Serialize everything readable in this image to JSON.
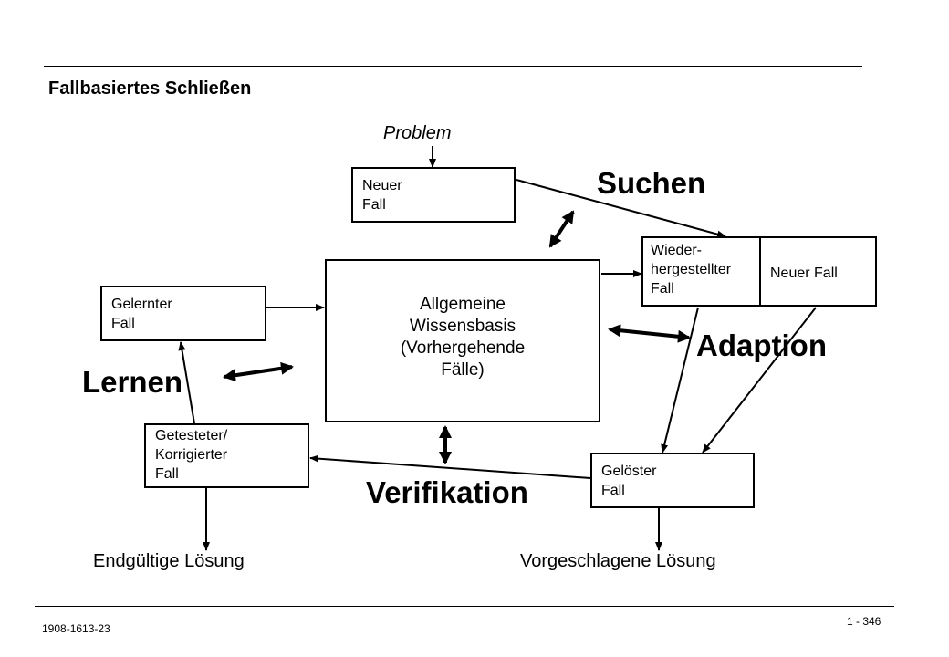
{
  "title": "Fallbasiertes Schließen",
  "nodes": {
    "problem": "Problem",
    "neuer_fall": "Neuer\nFall",
    "wissensbasis": "Allgemeine\nWissensbasis\n(Vorhergehende\nFälle)",
    "wiederhergestellter": "Wieder-\nhergestellter\nFall",
    "neuer_fall_2": "Neuer Fall",
    "gelernter_fall": "Gelernter\nFall",
    "getesteter_fall": "Getesteter/\nKorrigierter\nFall",
    "geloester_fall": "Gelöster\nFall"
  },
  "phases": {
    "suchen": "Suchen",
    "adaption": "Adaption",
    "lernen": "Lernen",
    "verifikation": "Verifikation"
  },
  "outputs": {
    "endgueltig": "Endgültige Lösung",
    "vorgeschlagen": "Vorgeschlagene Lösung"
  },
  "footer": {
    "doc_id": "1908-1613-23",
    "page": "1 - 346"
  }
}
